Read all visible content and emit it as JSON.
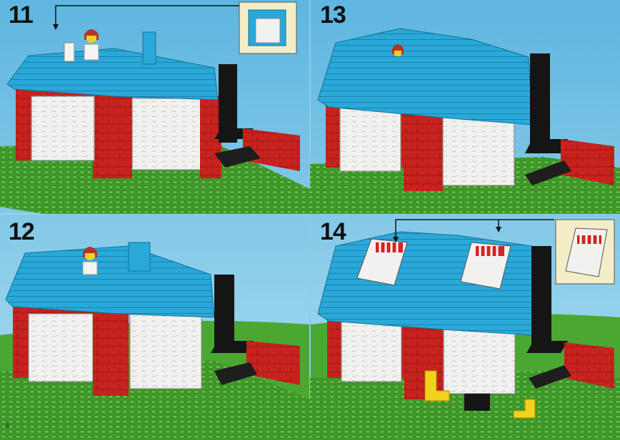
{
  "steps": [
    {
      "number": "11"
    },
    {
      "number": "13"
    },
    {
      "number": "12"
    },
    {
      "number": "14"
    }
  ],
  "page_number": "6",
  "colors": {
    "sky_top": "#5fb6e0",
    "sky_bottom": "#a9dcf0",
    "baseplate": "#3f9a2a",
    "roof": "#29a9d9",
    "brick": "#c8231e",
    "chimney": "#151515",
    "window": "#f1f1ef",
    "hill": "#4aa832",
    "callout_bg": "#f4eec8",
    "seat": "#f2d21c"
  },
  "icons": [
    "minifig",
    "door-callout",
    "skylight-callout",
    "arrow"
  ]
}
